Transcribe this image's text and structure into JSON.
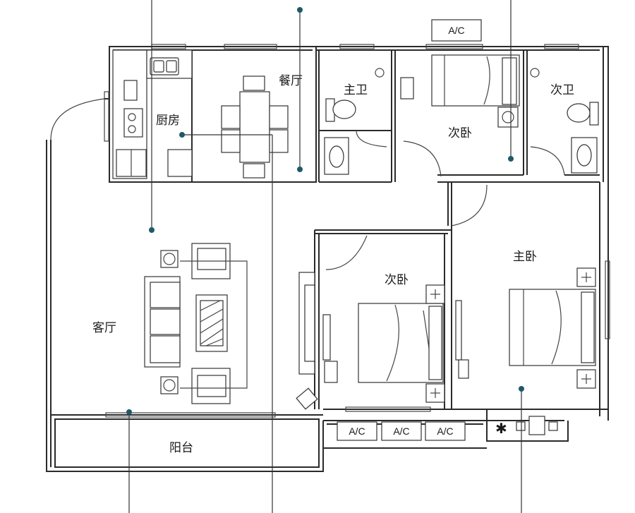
{
  "rooms": {
    "kitchen": "厨房",
    "dining": "餐厅",
    "master_bath": "主卫",
    "second_bath": "次卫",
    "second_bed_top": "次卧",
    "master_bed": "主卧",
    "second_bed_mid": "次卧",
    "living": "客厅",
    "balcony": "阳台"
  },
  "ac_units": [
    "A/C",
    "A/C",
    "A/C",
    "A/C"
  ],
  "colors": {
    "pin_dot": "#1e5a66",
    "wall": "#2a2a2a"
  }
}
